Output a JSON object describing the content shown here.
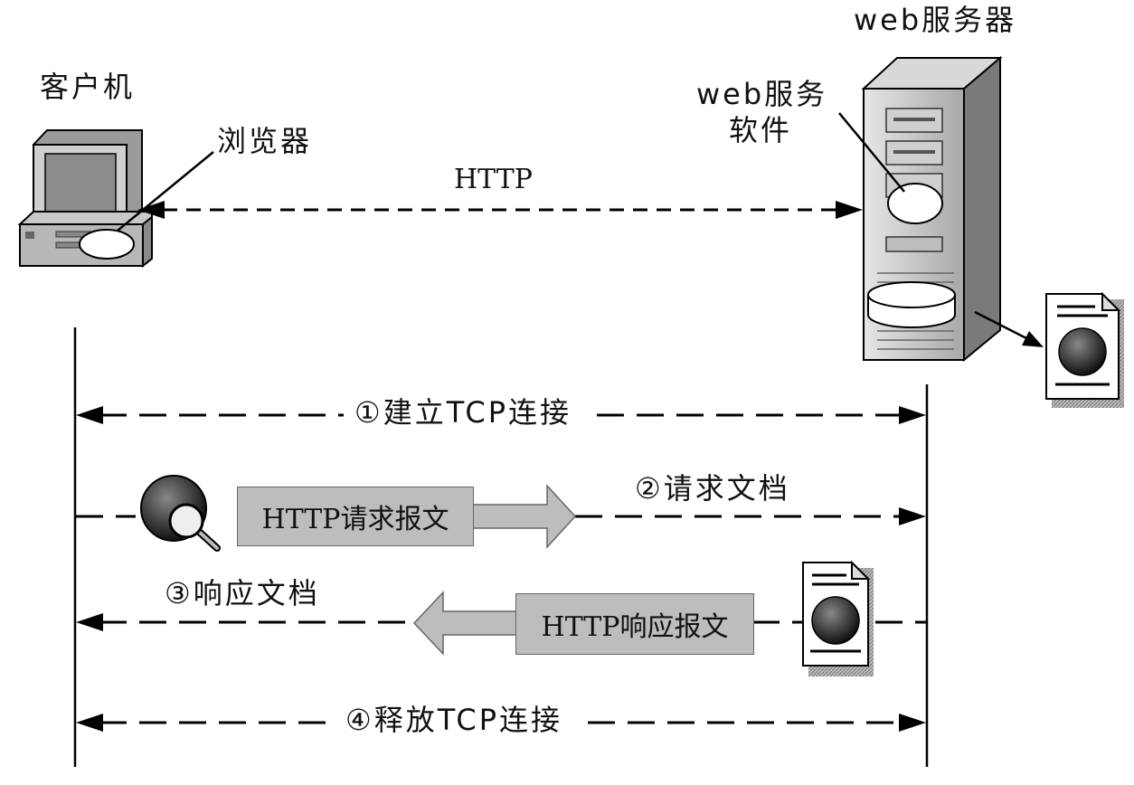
{
  "labels": {
    "client": "客户机",
    "browser": "浏览器",
    "server": "web服务器",
    "server_software_line1": "web服务",
    "server_software_line2": "软件",
    "http": "HTTP"
  },
  "steps": [
    {
      "label": "①建立TCP连接",
      "direction": "bidirectional"
    },
    {
      "label": "②请求文档",
      "direction": "to-server",
      "message": "HTTP请求报文"
    },
    {
      "label": "③响应文档",
      "direction": "to-client",
      "message": "HTTP响应报文"
    },
    {
      "label": "④释放TCP连接",
      "direction": "bidirectional"
    }
  ],
  "icons": [
    "computer-icon",
    "server-icon",
    "document-icon",
    "globe-search-icon"
  ]
}
